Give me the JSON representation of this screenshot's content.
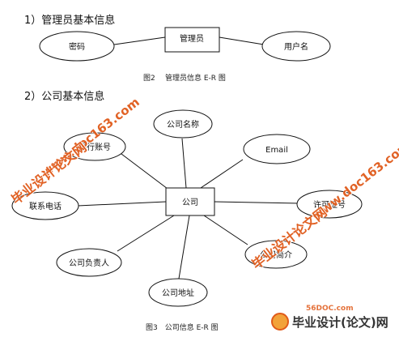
{
  "section1": {
    "heading": "1）管理员基本信息",
    "caption_left": "图2",
    "caption_right": "管理员信息 E-R 图",
    "entity": "管理员",
    "attributes": [
      "密码",
      "用户名"
    ]
  },
  "section2": {
    "heading": "2）公司基本信息",
    "caption": "图3　公司信息 E-R 图",
    "entity": "公司",
    "attributes": [
      "公司名称",
      "Email",
      "银行账号",
      "联系电话",
      "许可证号",
      "公司负责人",
      "公司简介",
      "公司地址"
    ]
  },
  "watermark": {
    "main": "毕业设计论文网",
    "site": "www.doc163.com",
    "corner_site": "56DOC.com",
    "corner_brand": "毕业设计(论文)网"
  }
}
